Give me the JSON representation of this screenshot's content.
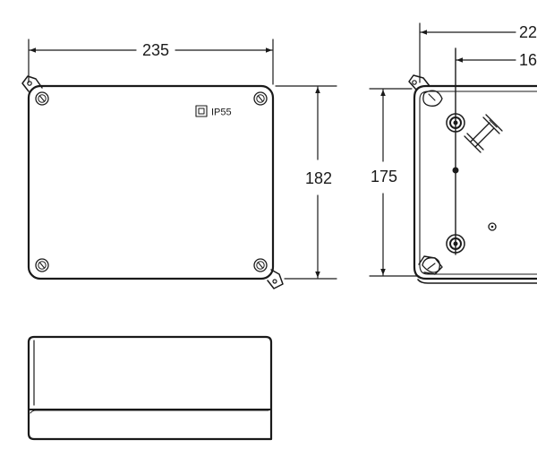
{
  "front_view": {
    "width_dimension": "235",
    "height_dimension": "182",
    "ip_rating": "IP55"
  },
  "base_view": {
    "height_dimension": "175",
    "top_dimension_1": "22",
    "top_dimension_2": "16"
  }
}
